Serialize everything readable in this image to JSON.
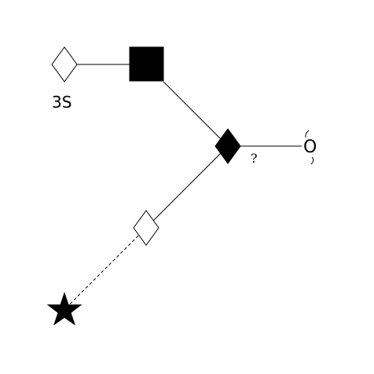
{
  "diagram": {
    "label_3s": "3S",
    "label_question": "?",
    "label_o": "O",
    "nodes": [
      {
        "id": "open-diamond-top",
        "shape": "diamond",
        "fill": "open"
      },
      {
        "id": "filled-square",
        "shape": "square",
        "fill": "filled"
      },
      {
        "id": "filled-diamond",
        "shape": "diamond",
        "fill": "filled"
      },
      {
        "id": "open-diamond-lower",
        "shape": "diamond",
        "fill": "open"
      },
      {
        "id": "filled-star",
        "shape": "star",
        "fill": "filled"
      }
    ],
    "colors": {
      "stroke": "#000000",
      "filled": "#000000",
      "open": "#ffffff",
      "background": "#ffffff"
    }
  }
}
